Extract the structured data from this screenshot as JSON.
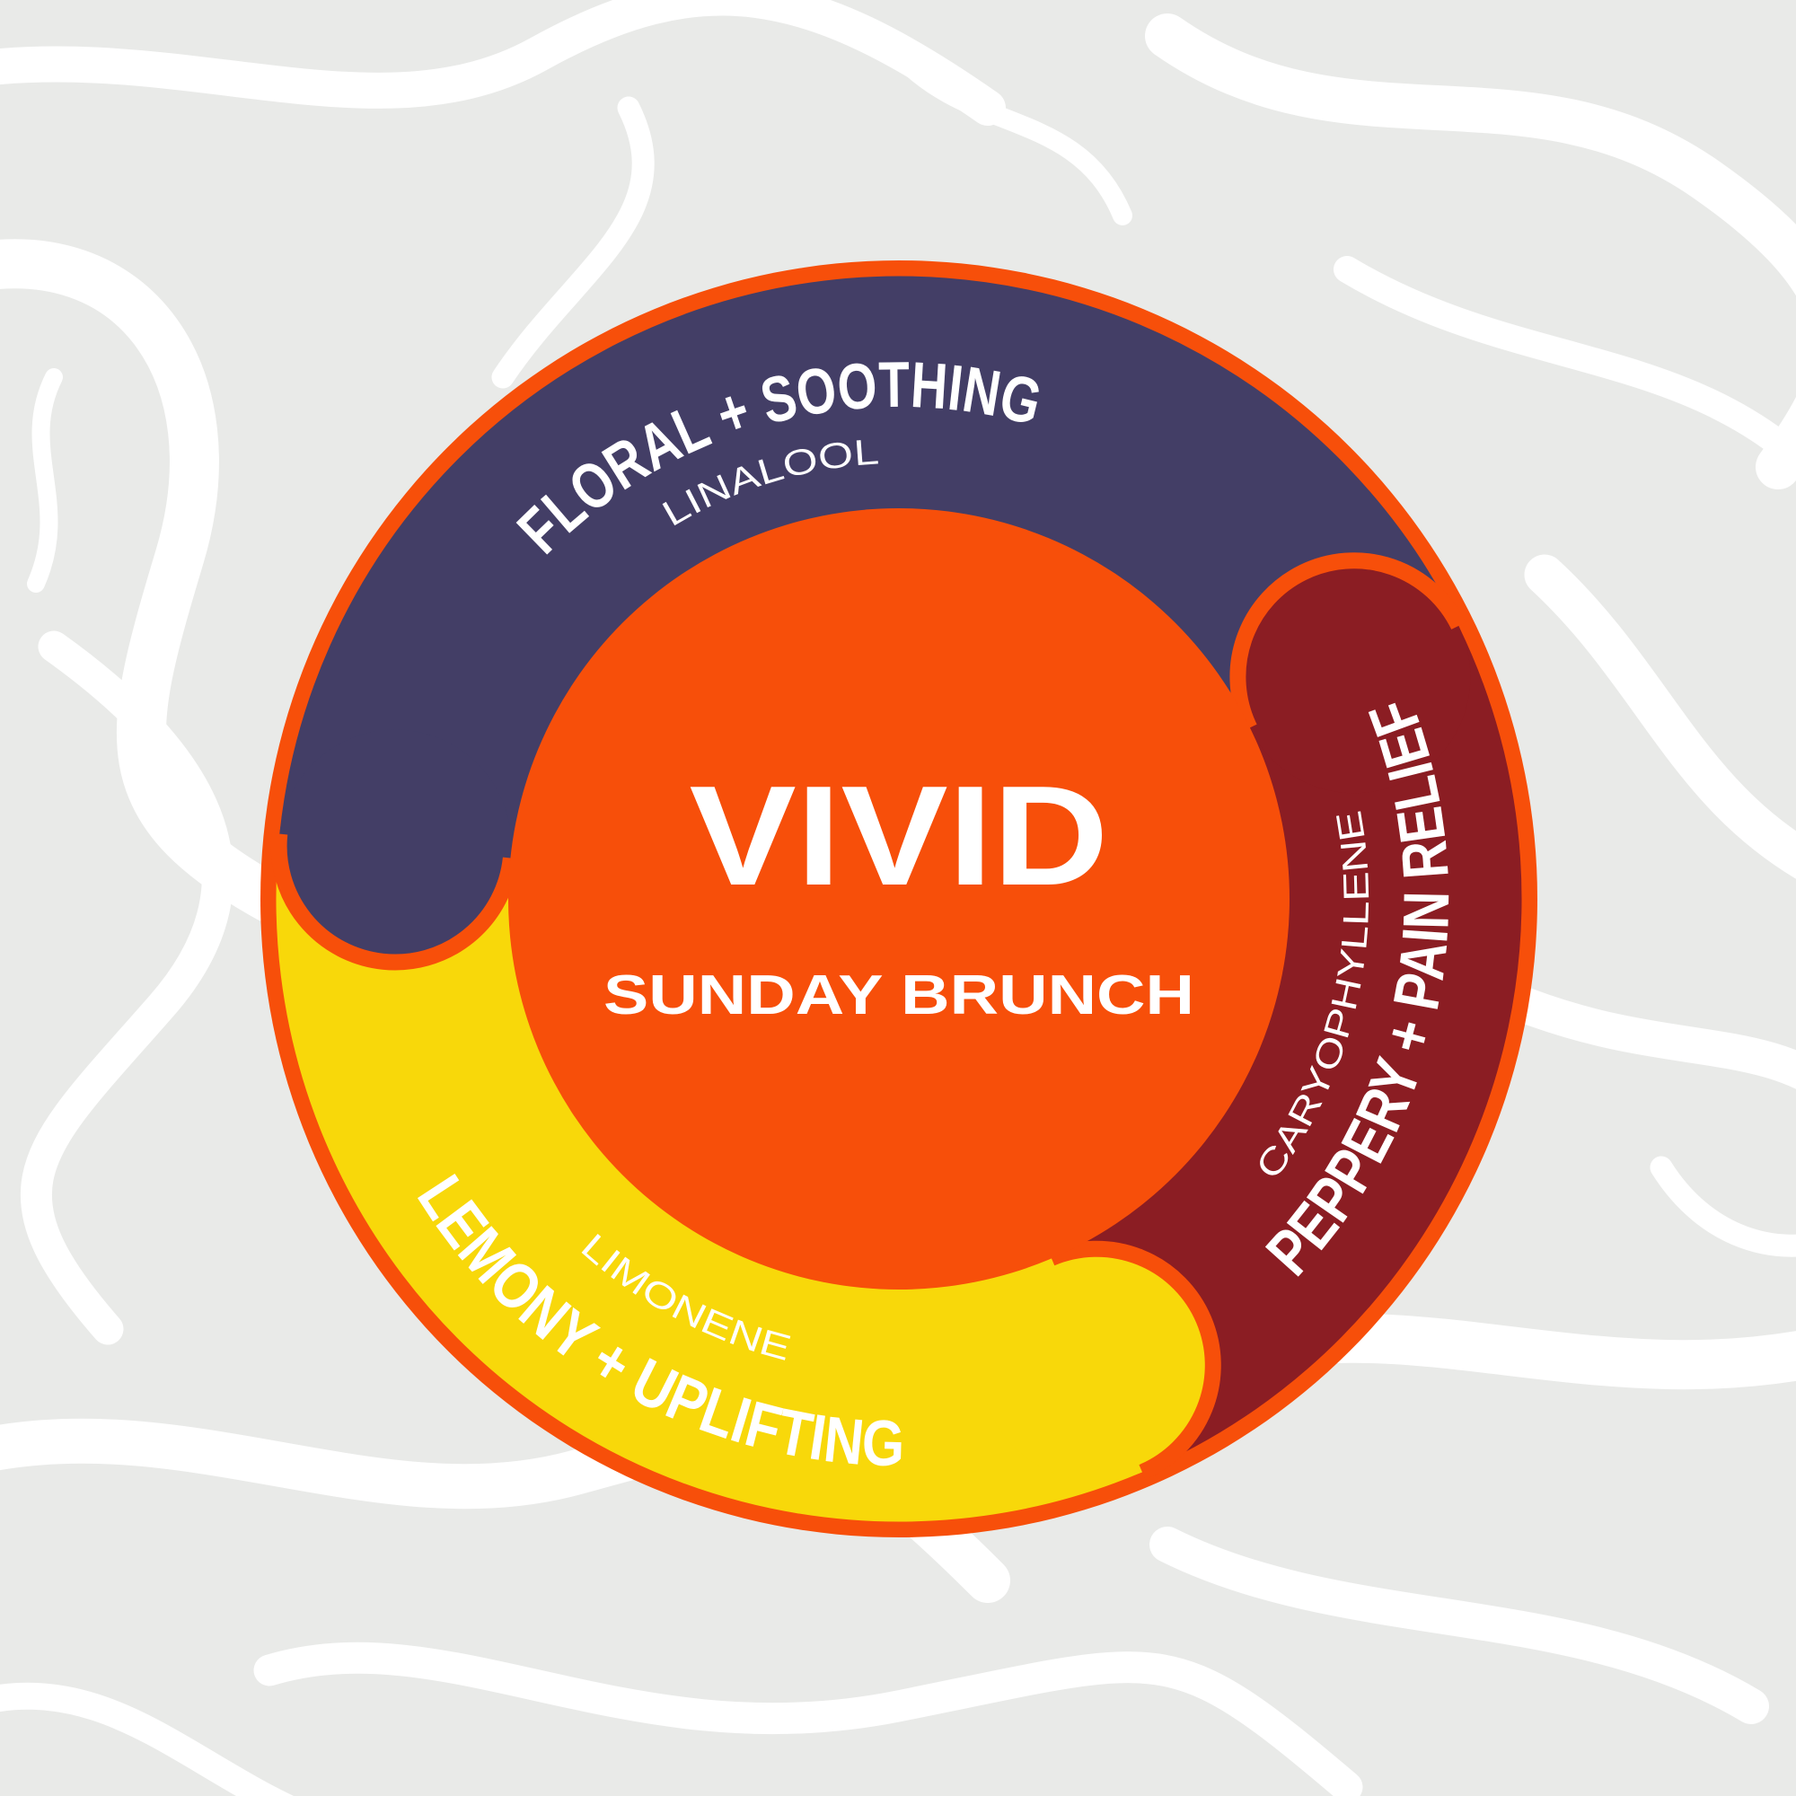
{
  "brand": "VIVID",
  "product": "SUNDAY BRUNCH",
  "terpenes": [
    {
      "name": "LINALOOL",
      "effect": "FLORAL + SOOTHING",
      "color": "#433e66"
    },
    {
      "name": "CARYOPHYLLENE",
      "effect": "PEPPERY + PAIN RELIEF",
      "color": "#8b1d23"
    },
    {
      "name": "LIMONENE",
      "effect": "LEMONY + UPLIFTING",
      "color": "#f8d80a"
    }
  ],
  "colors": {
    "accent": "#f74f0a",
    "background": "#e9eae8",
    "swirl": "#ffffff"
  }
}
